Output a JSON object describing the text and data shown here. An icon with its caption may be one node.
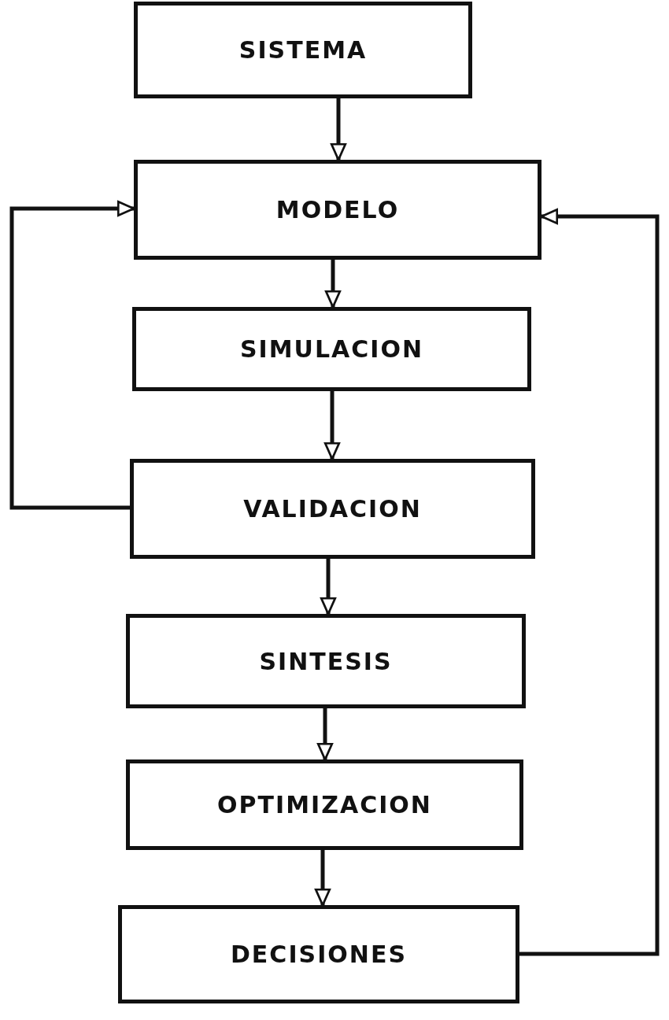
{
  "diagram": {
    "nodes": [
      {
        "text": [
          "SISTEMA"
        ]
      },
      {
        "text": [
          "MODELO"
        ]
      },
      {
        "text": [
          "SIMULACION"
        ]
      },
      {
        "text": [
          "VALIDACION"
        ]
      },
      {
        "text": [
          "SINTESIS"
        ]
      },
      {
        "text": [
          "OPTIMIZACION"
        ]
      },
      {
        "text": [
          "DECISIONES"
        ]
      }
    ],
    "edges": [
      {
        "from": 0,
        "to": 1,
        "arrow": "to"
      },
      {
        "from": 1,
        "to": 2,
        "arrow": "to"
      },
      {
        "from": 2,
        "to": 3,
        "arrow": "to"
      },
      {
        "from": 3,
        "to": 4,
        "arrow": "to"
      },
      {
        "from": 4,
        "to": 5,
        "arrow": "to"
      },
      {
        "from": 5,
        "to": 6,
        "arrow": "to"
      },
      {
        "from": 3,
        "to": 1,
        "arrow": "to"
      },
      {
        "from": 6,
        "to": 1,
        "arrow": "to"
      }
    ]
  }
}
